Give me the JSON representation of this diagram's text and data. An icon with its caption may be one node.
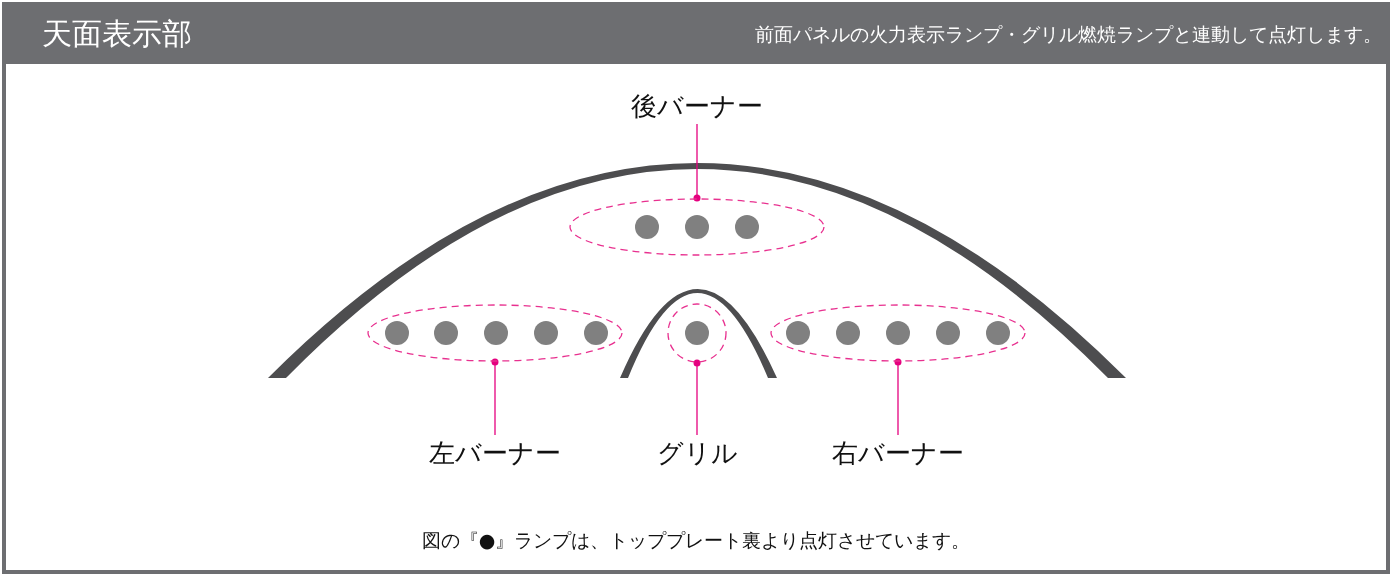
{
  "diagram": {
    "title": "天面表示部",
    "nodes": [
      {
        "text": [
          "後バーナー"
        ]
      },
      {
        "text": [],
        "shape": "ellipse"
      },
      {
        "text": [],
        "shape": "ellipse"
      },
      {
        "text": [],
        "shape": "circle"
      },
      {
        "text": [],
        "shape": "ellipse"
      },
      {
        "text": [
          "左バーナー"
        ]
      },
      {
        "text": [
          "グリル"
        ]
      },
      {
        "text": [
          "右バーナー"
        ]
      }
    ],
    "edges": [
      {
        "from": 0,
        "to": 1,
        "arrow": "other"
      },
      {
        "from": 5,
        "to": 2,
        "arrow": "other"
      },
      {
        "from": 6,
        "to": 3,
        "arrow": "other"
      },
      {
        "from": 7,
        "to": 4,
        "arrow": "other"
      }
    ],
    "labels": [
      "前面パネルの火力表示ランプ・グリル燃焼ランプと連動して点灯します。",
      "図の『●』ランプは、トッププレート裏より点灯させています。"
    ]
  }
}
